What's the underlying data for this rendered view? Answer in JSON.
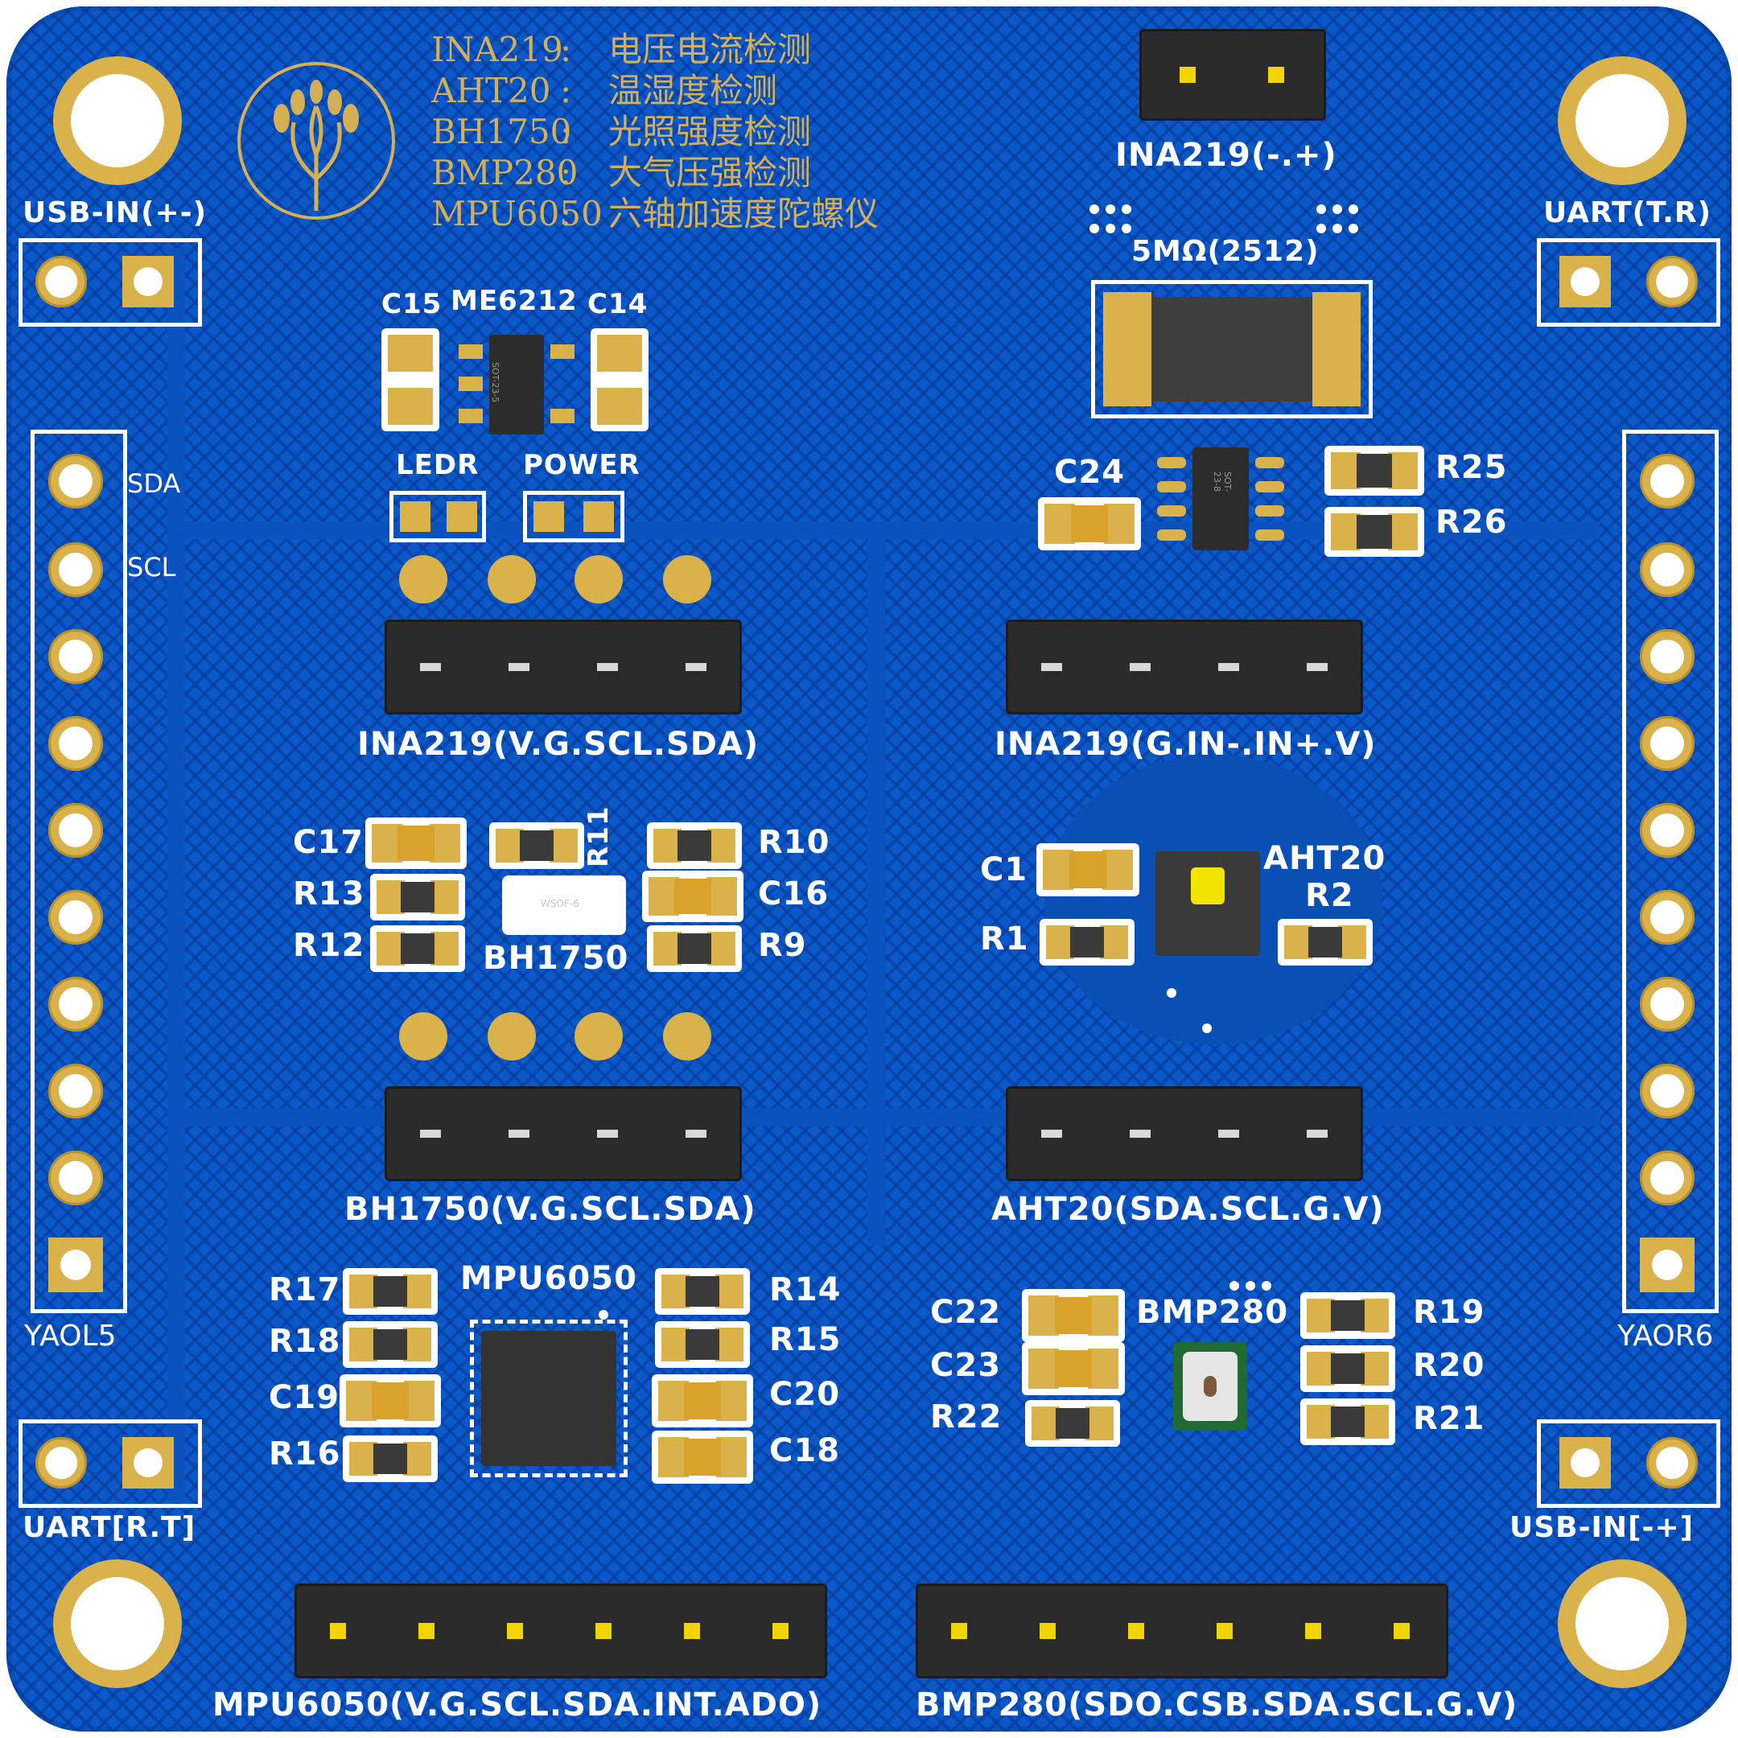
{
  "board": {
    "notes": [
      {
        "name": "INA219",
        "sep": " :",
        "desc": "电压电流检测"
      },
      {
        "name": "AHT20",
        "sep": " :",
        "desc": "温湿度检测"
      },
      {
        "name": "BH1750",
        "sep": " :",
        "desc": "光照强度检测"
      },
      {
        "name": "BMP280",
        "sep": " :",
        "desc": "大气压强检测"
      },
      {
        "name": "MPU6050",
        "sep": ":",
        "desc": "六轴加速度陀螺仪"
      }
    ],
    "connectors": {
      "usb_in_top": "USB-IN(+-)",
      "uart_top": "UART(T.R)",
      "uart_bottom": "UART[R.T]",
      "usb_in_bottom": "USB-IN[-+]",
      "ina219_shunt": "INA219(-.+)",
      "ina219_left": "INA219(V.G.SCL.SDA)",
      "ina219_right": "INA219(G.IN-.IN+.V)",
      "bh1750": "BH1750(V.G.SCL.SDA)",
      "aht20": "AHT20(SDA.SCL.G.V)",
      "mpu6050": "MPU6050(V.G.SCL.SDA.INT.ADO)",
      "bmp280": "BMP280(SDO.CSB.SDA.SCL.G.V)",
      "left_header": "YAOL5",
      "right_header": "YAOR6"
    },
    "side_labels": {
      "sda": "SDA",
      "scl": "SCL"
    },
    "components": {
      "c15": "C15",
      "me6212": "ME6212",
      "c14": "C14",
      "ledr": "LEDR",
      "power": "POWER",
      "shunt": "5MΩ(2512)",
      "c24": "C24",
      "r25": "R25",
      "r26": "R26",
      "c17": "C17",
      "r13": "R13",
      "r12": "R12",
      "r11": "R11",
      "bh1750_chip": "BH1750",
      "r10": "R10",
      "c16": "C16",
      "r9": "R9",
      "c1": "C1",
      "r1": "R1",
      "aht20_chip": "AHT20",
      "r2": "R2",
      "r17": "R17",
      "r18": "R18",
      "c19": "C19",
      "r16": "R16",
      "mpu6050_chip": "MPU6050",
      "r14": "R14",
      "r15": "R15",
      "c20": "C20",
      "c18": "C18",
      "c22": "C22",
      "c23": "C23",
      "r22": "R22",
      "bmp280_chip": "BMP280",
      "r19": "R19",
      "r20": "R20",
      "r21": "R21"
    },
    "package_marks": {
      "sot23_5": "SOT-23-5",
      "sot23_8": "SOT-23-8",
      "wsof6": "WSOF-6"
    },
    "colors": {
      "pcb": "#0b58c9",
      "gold": "#d9b24c",
      "silk": "#ffffff",
      "header": "#2b2b2b",
      "pin": "#f2d400"
    }
  }
}
